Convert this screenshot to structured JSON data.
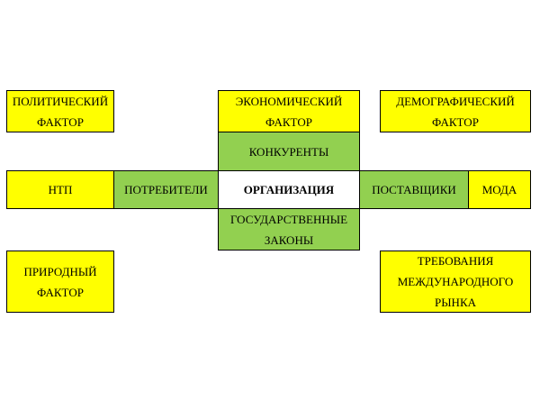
{
  "colors": {
    "external_factor": "#ffff00",
    "direct_factor": "#92d050",
    "organization": "#ffffff",
    "border": "#000000"
  },
  "boxes": {
    "political": "ПОЛИТИЧЕСКИЙ\nФАКТОР",
    "economic": "ЭКОНОМИЧЕСКИЙ\nФАКТОР",
    "demographic": "ДЕМОГРАФИЧЕСКИЙ\nФАКТОР",
    "competitors": "КОНКУРЕНТЫ",
    "ntp": "НТП",
    "consumers": "ПОТРЕБИТЕЛИ",
    "organization": "ОРГАНИЗАЦИЯ",
    "suppliers": "ПОСТАВЩИКИ",
    "fashion": "МОДА",
    "state_laws": "ГОСУДАРСТВЕННЫЕ\nЗАКОНЫ",
    "natural": "ПРИРОДНЫЙ\nФАКТОР",
    "international_market": "ТРЕБОВАНИЯ\nМЕЖДУНАРОДНОГО\nРЫНКА"
  }
}
